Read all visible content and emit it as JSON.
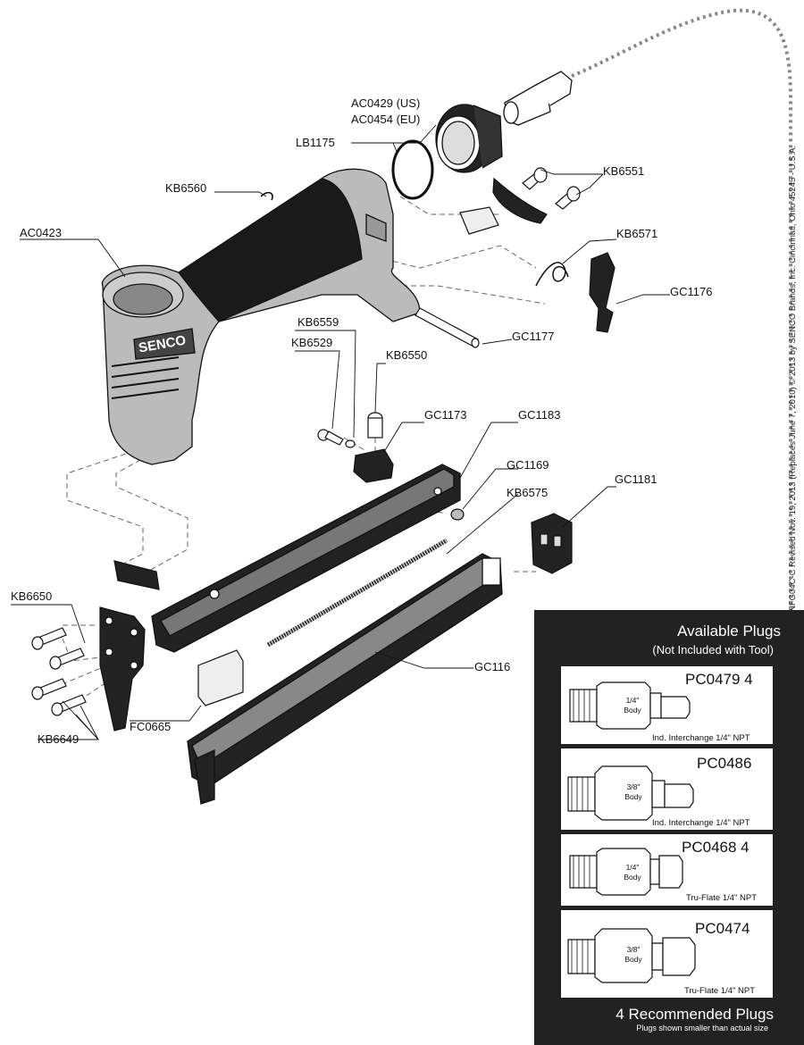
{
  "callouts": {
    "ac0429": "AC0429 (US)",
    "ac0454": "AC0454 (EU)",
    "lb1175": "LB1175",
    "kb6551": "KB6551",
    "kb6560": "KB6560",
    "ac0423": "AC0423",
    "kb6571": "KB6571",
    "gc1176": "GC1176",
    "kb6559": "KB6559",
    "kb6529": "KB6529",
    "gc1177": "GC1177",
    "kb6550": "KB6550",
    "gc1173": "GC1173",
    "gc1183": "GC1183",
    "gc1169": "GC1169",
    "kb6575": "KB6575",
    "gc1181": "GC1181",
    "kb6650": "KB6650",
    "gc116": "GC116",
    "fc0665": "FC0665",
    "kb6649": "KB6649"
  },
  "brand_text": "SENCO",
  "revision_note": "NFG04C-C Revised Nov. 19, 2013 (Replaces June 7, 2010) © 2013 by SENCO Brands, Inc. Cincinnati, Ohio 45245 - U.S.A.",
  "plug_panel": {
    "title": "Available Plugs",
    "subtitle": "(Not Included with Tool)",
    "footer_title": "4 Recommended Plugs",
    "footer_note": "Plugs shown smaller than actual size",
    "plugs": [
      {
        "code": "PC0479 4",
        "body_line1": "1/4\"",
        "body_line2": "Body",
        "desc": "Ind. Interchange 1/4\" NPT"
      },
      {
        "code": "PC0486",
        "body_line1": "3/8\"",
        "body_line2": "Body",
        "desc": "Ind. Interchange 1/4\" NPT"
      },
      {
        "code": "PC0468 4",
        "body_line1": "1/4\"",
        "body_line2": "Body",
        "desc": "Tru-Flate 1/4\" NPT"
      },
      {
        "code": "PC0474",
        "body_line1": "3/8\"",
        "body_line2": "Body",
        "desc": "Tru-Flate 1/4\" NPT"
      }
    ]
  }
}
